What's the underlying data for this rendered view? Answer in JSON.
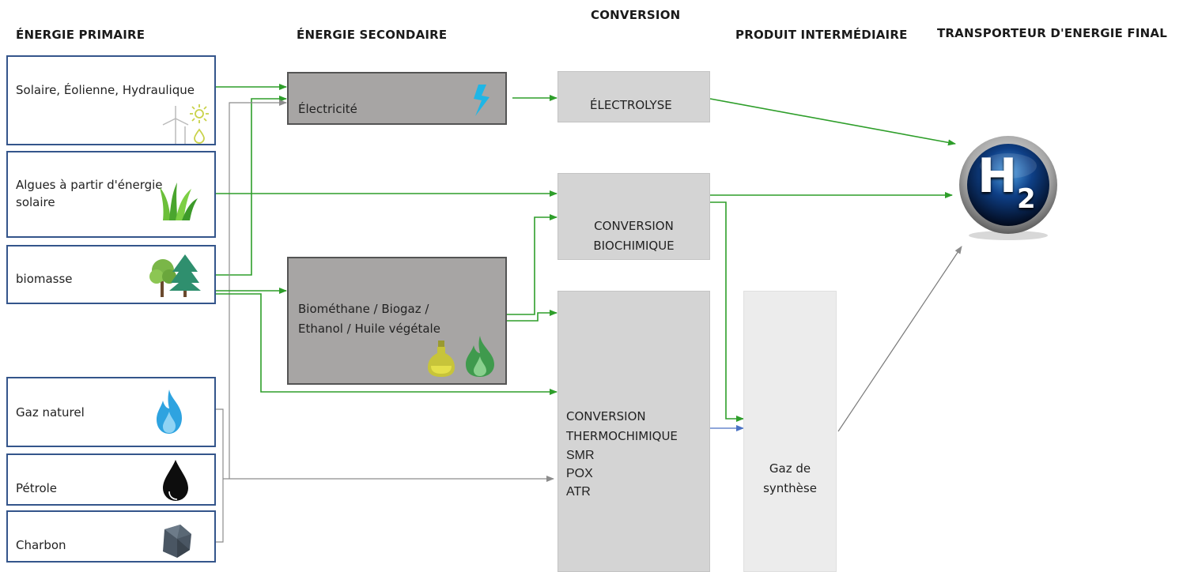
{
  "headers": {
    "energie_primaire": "ÉNERGIE PRIMAIRE",
    "energie_secondaire": "ÉNERGIE SECONDAIRE",
    "conversion": "CONVERSION",
    "produit_intermediaire": "PRODUIT INTERMÉDIAIRE",
    "transporteur_final": "TRANSPORTEUR D'ENERGIE FINAL"
  },
  "primary_sources": {
    "renewables": "Solaire, Éolienne, Hydraulique",
    "algae_line1": "Algues à partir d'énergie",
    "algae_line2": "solaire",
    "biomass": "biomasse",
    "natural_gas": "Gaz naturel",
    "oil": "Pétrole",
    "coal": "Charbon"
  },
  "secondary": {
    "electricity": "Électricité",
    "biofuels_line1": "Biométhane / Biogaz /",
    "biofuels_line2": "Ethanol / Huile végétale"
  },
  "conversion_steps": {
    "electrolysis": "ÉLECTROLYSE",
    "biochem_line1": "CONVERSION",
    "biochem_line2": "BIOCHIMIQUE",
    "thermo_line1": "CONVERSION",
    "thermo_line2": "THERMOCHIMIQUE",
    "thermo_smr": "SMR",
    "thermo_pox": "POX",
    "thermo_atr": "ATR"
  },
  "intermediate": {
    "syngas_line1": "Gaz de",
    "syngas_line2": "synthèse"
  },
  "final_carrier": {
    "symbol": "H",
    "subscript": "2"
  },
  "colors": {
    "renewable_arrow": "#2e9e2a",
    "fossil_arrow": "#8c8c8c",
    "syngas_arrow": "#4a72c4",
    "source_border": "#34558b"
  }
}
